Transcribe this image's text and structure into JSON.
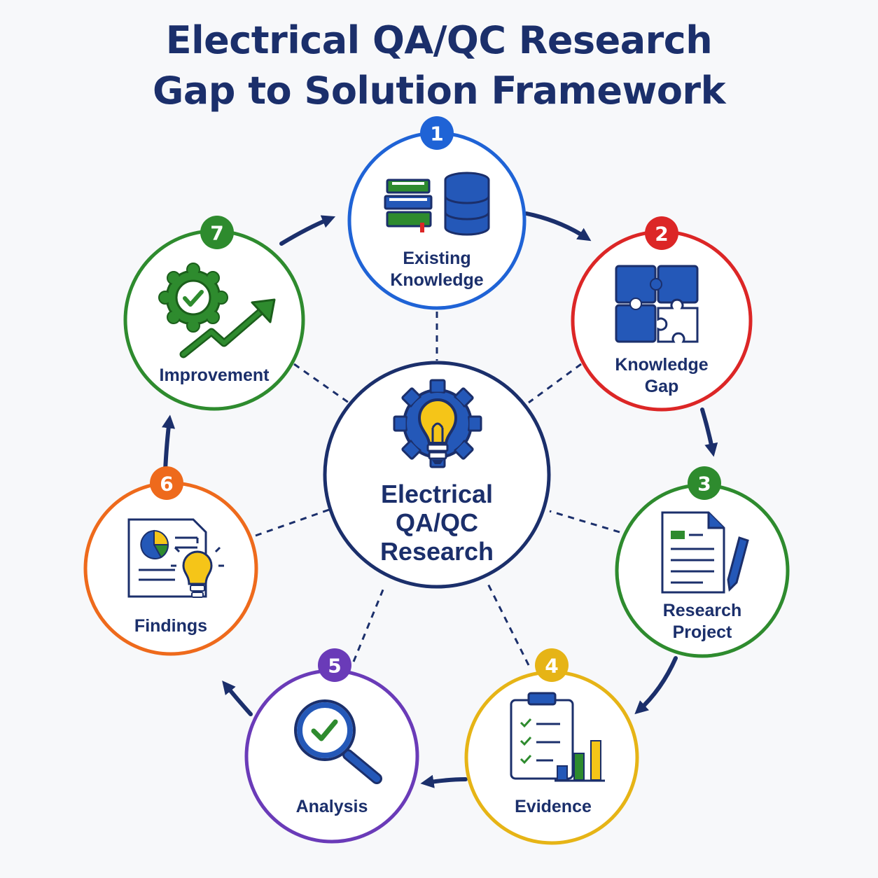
{
  "title": {
    "line1": "Electrical QA/QC Research",
    "line2": "Gap to Solution Framework"
  },
  "center": {
    "line1": "Electrical",
    "line2": "QA/QC",
    "line3": "Research",
    "icon": "gear-lightbulb-icon"
  },
  "steps": [
    {
      "number": "1",
      "line1": "Existing",
      "line2": "Knowledge",
      "color": "#1f63d6",
      "icon": "books-database-icon"
    },
    {
      "number": "2",
      "line1": "Knowledge",
      "line2": "Gap",
      "color": "#dc2626",
      "icon": "puzzle-icon"
    },
    {
      "number": "3",
      "line1": "Research",
      "line2": "Project",
      "color": "#2e8b2e",
      "icon": "document-pen-icon"
    },
    {
      "number": "4",
      "line1": "Evidence",
      "line2": "",
      "color": "#e6b416",
      "icon": "clipboard-chart-icon"
    },
    {
      "number": "5",
      "line1": "Analysis",
      "line2": "",
      "color": "#6a3bb8",
      "icon": "magnifier-check-icon"
    },
    {
      "number": "6",
      "line1": "Findings",
      "line2": "",
      "color": "#ee6a1c",
      "icon": "report-lightbulb-icon"
    },
    {
      "number": "7",
      "line1": "Improvement",
      "line2": "",
      "color": "#2e8b2e",
      "icon": "badge-trend-icon"
    }
  ],
  "colors": {
    "navy": "#1b2f6b",
    "arrow": "#1b2f6b",
    "blue": "#2458b8",
    "yellow": "#f5c518"
  }
}
